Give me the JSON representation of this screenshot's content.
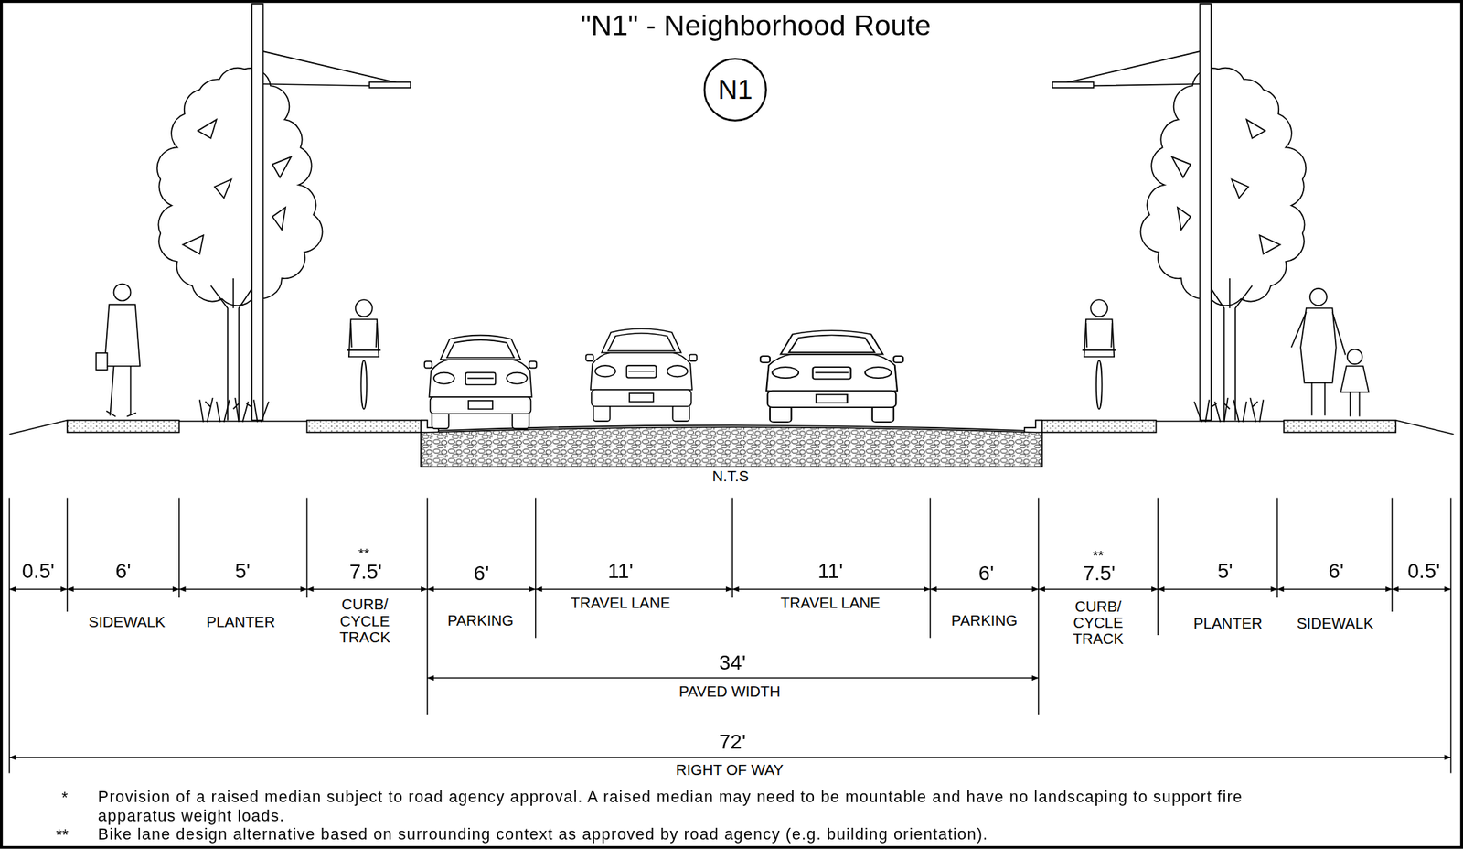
{
  "diagram": {
    "title": "\"N1\" - Neighborhood Route",
    "nodes": [
      {
        "text": [
          "N1"
        ]
      }
    ],
    "labels": [
      "0.5'",
      "6'",
      "SIDEWALK",
      "5'",
      "PLANTER",
      "**",
      "7.5'",
      "CURB/ CYCLE TRACK",
      "6'",
      "PARKING",
      "11'",
      "TRAVEL LANE",
      "11'",
      "TRAVEL LANE",
      "6'",
      "PARKING",
      "**",
      "7.5'",
      "CURB/ CYCLE TRACK",
      "5'",
      "PLANTER",
      "6'",
      "SIDEWALK",
      "0.5'",
      "34'",
      "PAVED WIDTH",
      "72'",
      "RIGHT OF WAY",
      "N.T.S",
      "*",
      "Provision of a raised median subject to road agency approval. A raised median may need to be mountable and have no landscaping to support fire apparatus weight loads.",
      "**",
      "Bike lane design alternative based on surrounding context as approved by road agency (e.g. building orientation)."
    ]
  }
}
